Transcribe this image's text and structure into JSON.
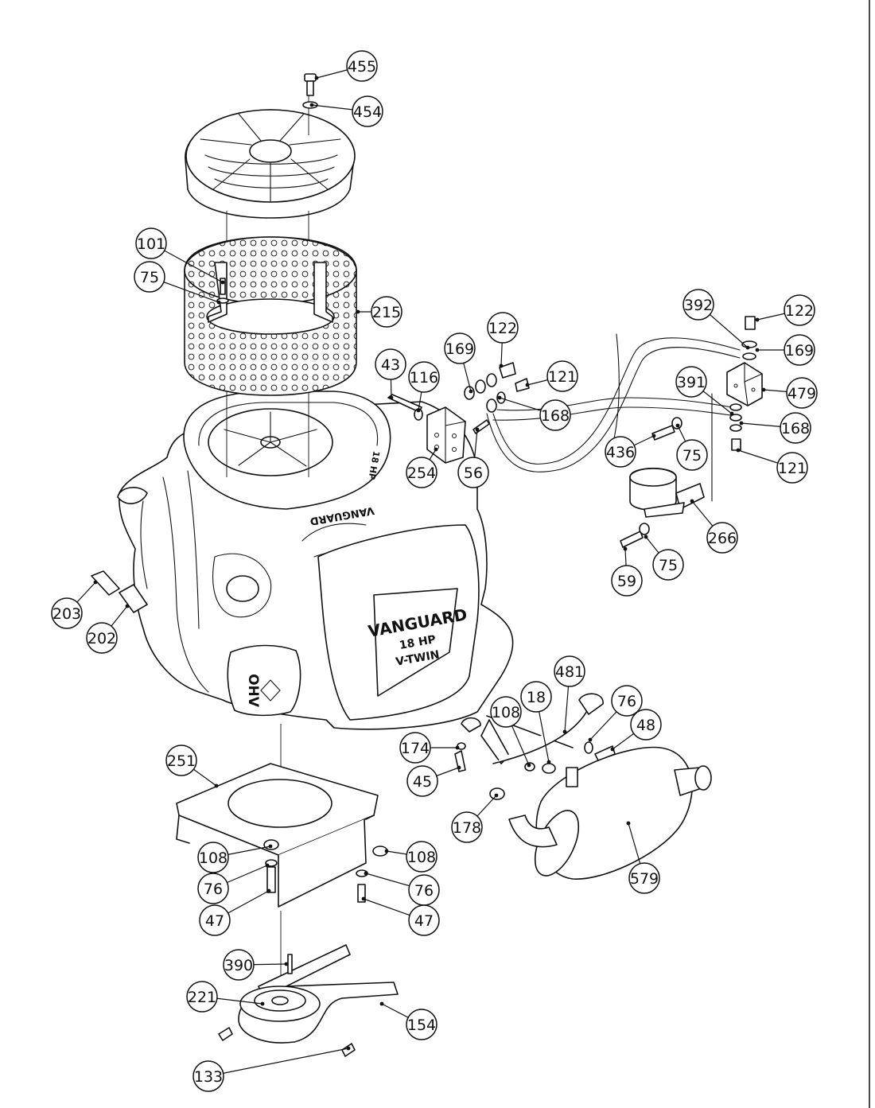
{
  "engine_marks": {
    "brand": "VANGUARD",
    "hp": "18 HP",
    "type": "V-TWIN",
    "valve": "OHV"
  },
  "callouts": [
    {
      "id": "c455",
      "label": "455"
    },
    {
      "id": "c454",
      "label": "454"
    },
    {
      "id": "c101",
      "label": "101"
    },
    {
      "id": "c75a",
      "label": "75"
    },
    {
      "id": "c215",
      "label": "215"
    },
    {
      "id": "c392",
      "label": "392"
    },
    {
      "id": "c122a",
      "label": "122"
    },
    {
      "id": "c169a",
      "label": "169"
    },
    {
      "id": "c122b",
      "label": "122"
    },
    {
      "id": "c169b",
      "label": "169"
    },
    {
      "id": "c43",
      "label": "43"
    },
    {
      "id": "c116",
      "label": "116"
    },
    {
      "id": "c121a",
      "label": "121"
    },
    {
      "id": "c391",
      "label": "391"
    },
    {
      "id": "c479",
      "label": "479"
    },
    {
      "id": "c168a",
      "label": "168"
    },
    {
      "id": "c168b",
      "label": "168"
    },
    {
      "id": "c254",
      "label": "254"
    },
    {
      "id": "c56",
      "label": "56"
    },
    {
      "id": "c436",
      "label": "436"
    },
    {
      "id": "c75b",
      "label": "75"
    },
    {
      "id": "c121b",
      "label": "121"
    },
    {
      "id": "c266",
      "label": "266"
    },
    {
      "id": "c59",
      "label": "59"
    },
    {
      "id": "c75c",
      "label": "75"
    },
    {
      "id": "c203",
      "label": "203"
    },
    {
      "id": "c202",
      "label": "202"
    },
    {
      "id": "c481",
      "label": "481"
    },
    {
      "id": "c108a",
      "label": "108"
    },
    {
      "id": "c18",
      "label": "18"
    },
    {
      "id": "c76a",
      "label": "76"
    },
    {
      "id": "c48",
      "label": "48"
    },
    {
      "id": "c174",
      "label": "174"
    },
    {
      "id": "c45",
      "label": "45"
    },
    {
      "id": "c178",
      "label": "178"
    },
    {
      "id": "c579",
      "label": "579"
    },
    {
      "id": "c251",
      "label": "251"
    },
    {
      "id": "c108b",
      "label": "108"
    },
    {
      "id": "c108c",
      "label": "108"
    },
    {
      "id": "c76b",
      "label": "76"
    },
    {
      "id": "c76c",
      "label": "76"
    },
    {
      "id": "c47a",
      "label": "47"
    },
    {
      "id": "c47b",
      "label": "47"
    },
    {
      "id": "c390",
      "label": "390"
    },
    {
      "id": "c221",
      "label": "221"
    },
    {
      "id": "c154",
      "label": "154"
    },
    {
      "id": "c133",
      "label": "133"
    }
  ]
}
